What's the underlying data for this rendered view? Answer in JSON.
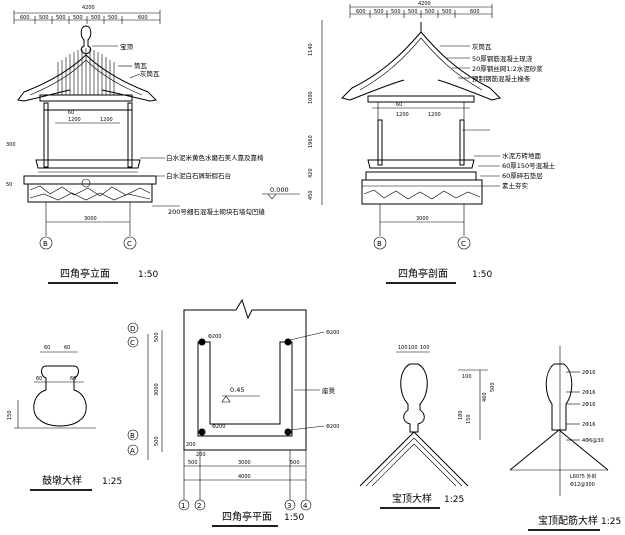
{
  "elevation": {
    "title": "四角亭立面",
    "scale": "1:50",
    "overall_width": "4200",
    "top_dims": [
      "600",
      "500",
      "500",
      "500",
      "500",
      "500",
      "600"
    ],
    "mid_dims": [
      "1200",
      "1200"
    ],
    "small_dims": [
      "60"
    ],
    "col_dim": "3000",
    "side_dims": [
      "50",
      "300"
    ],
    "labels": [
      "宝顶",
      "筒瓦",
      "灰筒瓦"
    ],
    "notes": [
      "白水泥米黄色水磨石美人靠及靠椅",
      "白水泥白石屑斩假石台",
      "200号细石混凝土砌块石墙勾凹缝"
    ],
    "level": "0.000",
    "axes": [
      "B",
      "C"
    ]
  },
  "section": {
    "title": "四角亭剖面",
    "scale": "1:50",
    "overall_width": "4200",
    "top_dims": [
      "600",
      "500",
      "500",
      "500",
      "500",
      "500",
      "600"
    ],
    "mid_dims": [
      "1200",
      "1200"
    ],
    "small_dims": [
      "60"
    ],
    "col_dim": "3000",
    "left_dims": [
      "1140",
      "1000",
      "1960",
      "420",
      "450"
    ],
    "roof_notes": [
      "灰筒瓦",
      "50厚钢筋混凝土现浇",
      "20厚钢丝网1:2水泥砂浆",
      "预制钢筋混凝土椽条"
    ],
    "floor_notes": [
      "水泥方砖地面",
      "60厚150号混凝土",
      "60厚碎石垫层",
      "素土夯实"
    ],
    "axes": [
      "B",
      "C"
    ]
  },
  "drum": {
    "title": "鼓墩大样",
    "scale": "1:25",
    "dims": [
      "60",
      "60",
      "60",
      "60",
      "150"
    ]
  },
  "plan": {
    "title": "四角亭平面",
    "scale": "1:50",
    "height_dims": [
      "500",
      "3000",
      "500"
    ],
    "bottom_dim_rows": [
      [
        "200",
        "200"
      ],
      [
        "500",
        "3000",
        "500"
      ],
      [
        "4000"
      ]
    ],
    "col_labels": [
      "Φ200",
      "Φ200",
      "Φ200",
      "Φ200"
    ],
    "seat_label": "座凳",
    "level": "0.45",
    "left_axes": [
      "D",
      "C",
      "B",
      "A"
    ],
    "bottom_axes": [
      "1",
      "2",
      "3",
      "4"
    ]
  },
  "finial": {
    "title": "宝顶大样",
    "scale": "1:25",
    "top_dims": [
      "100",
      "100",
      "100"
    ],
    "right_dims": [
      "100",
      "460",
      "500",
      "180",
      "150"
    ]
  },
  "rebar": {
    "title": "宝顶配筋大样",
    "scale": "1:25",
    "labels": [
      "2Φ16",
      "2Φ16",
      "2Φ16",
      "2Φ16",
      "4Φ6@30",
      "L60?5 外封",
      "Φ12@300"
    ]
  }
}
